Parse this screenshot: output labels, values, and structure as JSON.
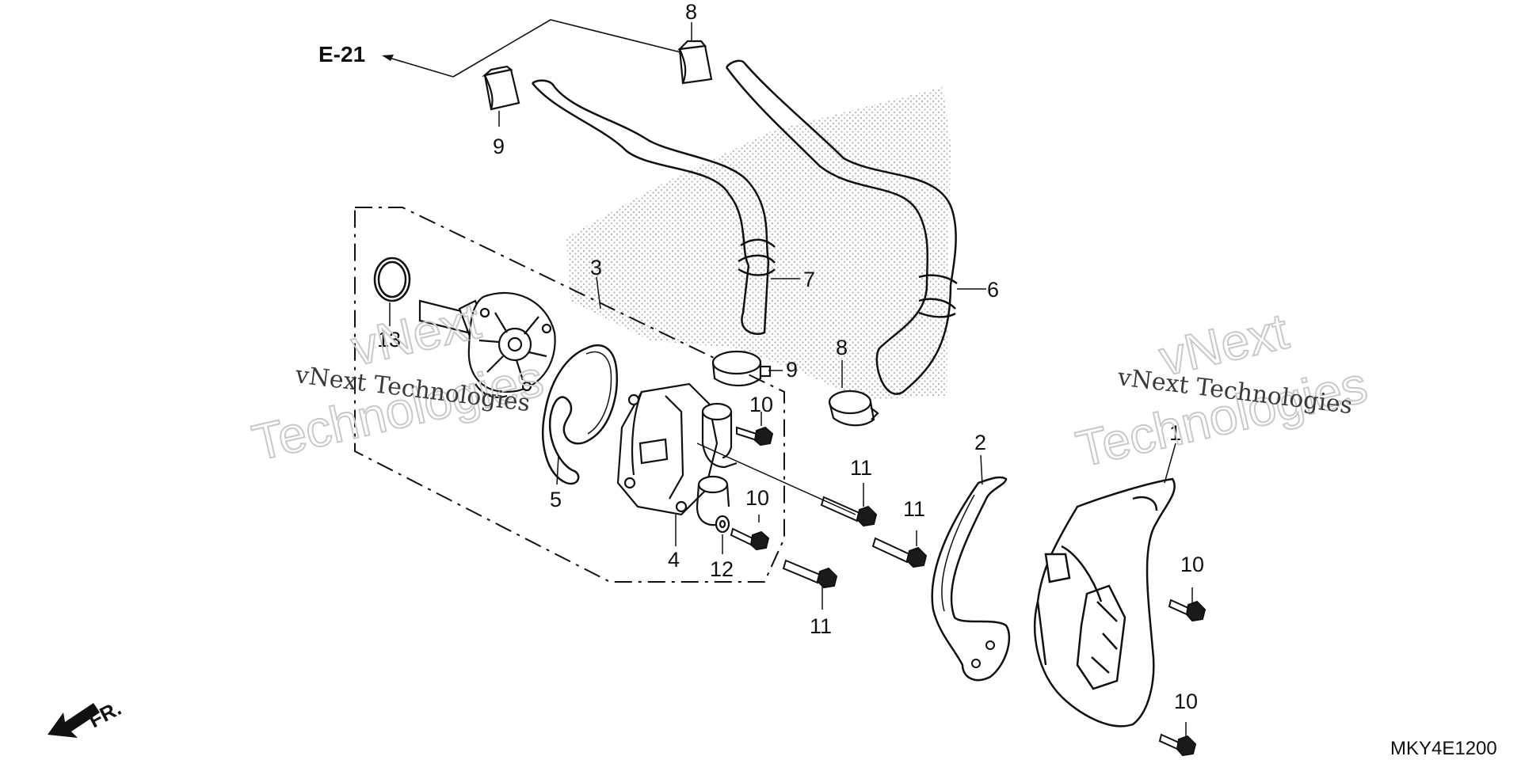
{
  "diagram": {
    "reference_label": "E-21",
    "diagram_code": "MKY4E1200",
    "front_indicator": "FR.",
    "watermark": {
      "left_small": "vNext Technologies",
      "left_big_1": "vNext",
      "left_big_2": "Technologies",
      "right_small": "vNext Technologies",
      "right_big_1": "vNext",
      "right_big_2": "Technologies"
    },
    "callouts": {
      "c1": "1",
      "c2": "2",
      "c3": "3",
      "c4": "4",
      "c5": "5",
      "c6": "6",
      "c7": "7",
      "c8_top": "8",
      "c8_mid": "8",
      "c9_top": "9",
      "c9_mid": "9",
      "c10_a": "10",
      "c10_b": "10",
      "c10_c": "10",
      "c10_d": "10",
      "c11_a": "11",
      "c11_b": "11",
      "c11_c": "11",
      "c12": "12",
      "c13": "13"
    }
  },
  "colors": {
    "line": "#111111",
    "stipple": "#9a9a9a",
    "watermark_outline": "#c9c9c9"
  }
}
